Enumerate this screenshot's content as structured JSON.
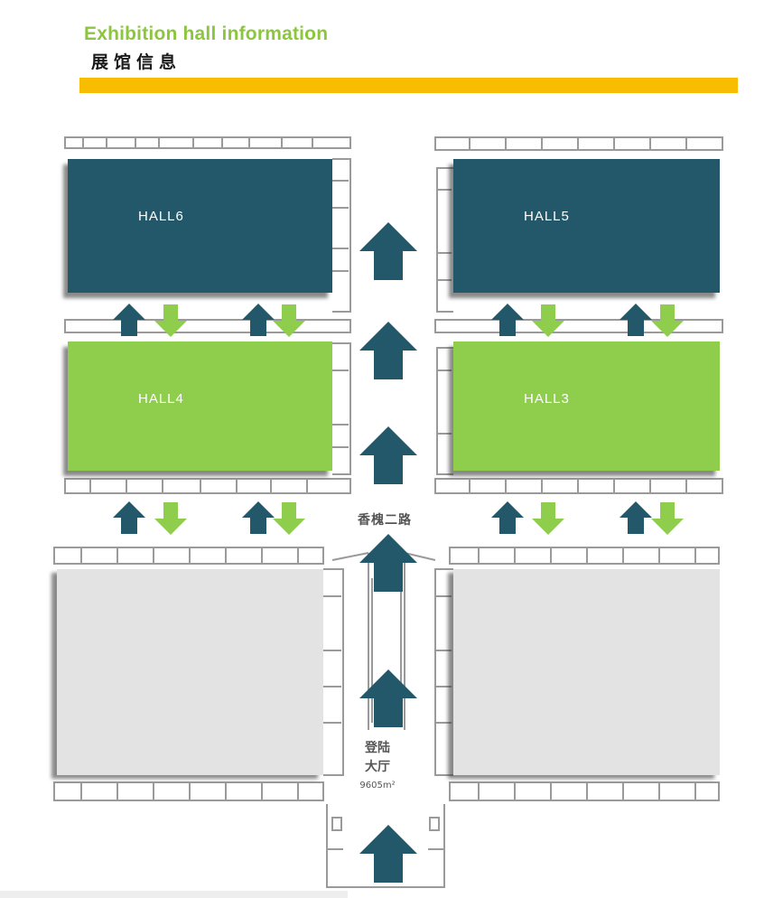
{
  "header": {
    "title_en": "Exhibition hall information",
    "title_cn": "展馆信息"
  },
  "halls": {
    "hall6": "HALL6",
    "hall5": "HALL5",
    "hall4": "HALL4",
    "hall3": "HALL3"
  },
  "map_labels": {
    "road": "香槐二路",
    "lobby_line1": "登陆",
    "lobby_line2": "大厅",
    "lobby_area": "9605m²"
  },
  "colors": {
    "title_green": "#8cc63f",
    "rule_yellow": "#f8bd00",
    "hall_dark": "#225869",
    "hall_green": "#8fce4d",
    "hall_gray": "#e3e3e3",
    "arrow_up": "#225869",
    "arrow_down": "#8fce4d"
  }
}
